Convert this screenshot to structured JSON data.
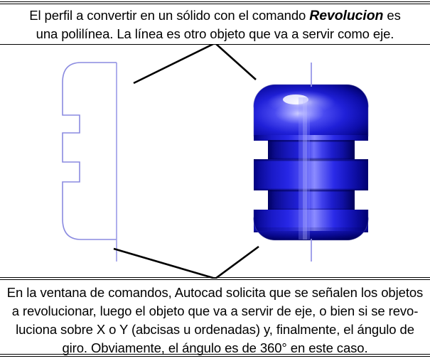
{
  "document": {
    "title": "Revolucion - AutoCAD tutorial figure",
    "background_color": "#ffffff",
    "text_color": "#000000"
  },
  "top_text": {
    "line1_before": "El perfil a convertir en un sólido con el comando ",
    "emphasis": "Revolucion",
    "line1_after": " es",
    "line2": "una polilínea. La línea es otro objeto que va a servir como eje.",
    "full": "El perfil a convertir en un sólido con el comando Revolucion es una polilínea. La línea es otro objeto que va a servir como eje."
  },
  "bottom_text": {
    "line1": "En la ventana de comandos, Autocad solicita que se señalen los objetos",
    "line2": "a revolucionar, luego el objeto que va a servir de eje, o bien si se revo-",
    "line3": "luciona sobre X o Y (abcisas u ordenadas) y, finalmente, el ángulo de",
    "line4": "giro. Obviamente, el ángulo es de 360° en este caso.",
    "full": "En la ventana de comandos, Autocad solicita que se señalen los objetos a revolucionar, luego el objeto que va a servir de eje, o bien si se revoluciona sobre X o Y (abcisas u ordenadas) y, finalmente, el ángulo de giro. Obviamente, el ángulo es de 360° en este caso."
  },
  "figure": {
    "profile": {
      "label": "profile-polyline",
      "stroke_color": "#8a8ae0",
      "description": "Polilinea perfil con dos ranuras y esquinas redondeadas"
    },
    "axis": {
      "label": "revolution-axis-line",
      "stroke_color": "#9a9ae8"
    },
    "solid": {
      "label": "revolved-solid",
      "fill_dark": "#00008b",
      "fill_mid": "#1414d2",
      "fill_light": "#7b7bff",
      "highlight": "#c8c8ff",
      "description": "Solido de revolucion azul con dos ranuras anulares"
    },
    "leaders": {
      "stroke_color": "#000000",
      "count": 4
    },
    "angle_of_revolution": "360°"
  }
}
